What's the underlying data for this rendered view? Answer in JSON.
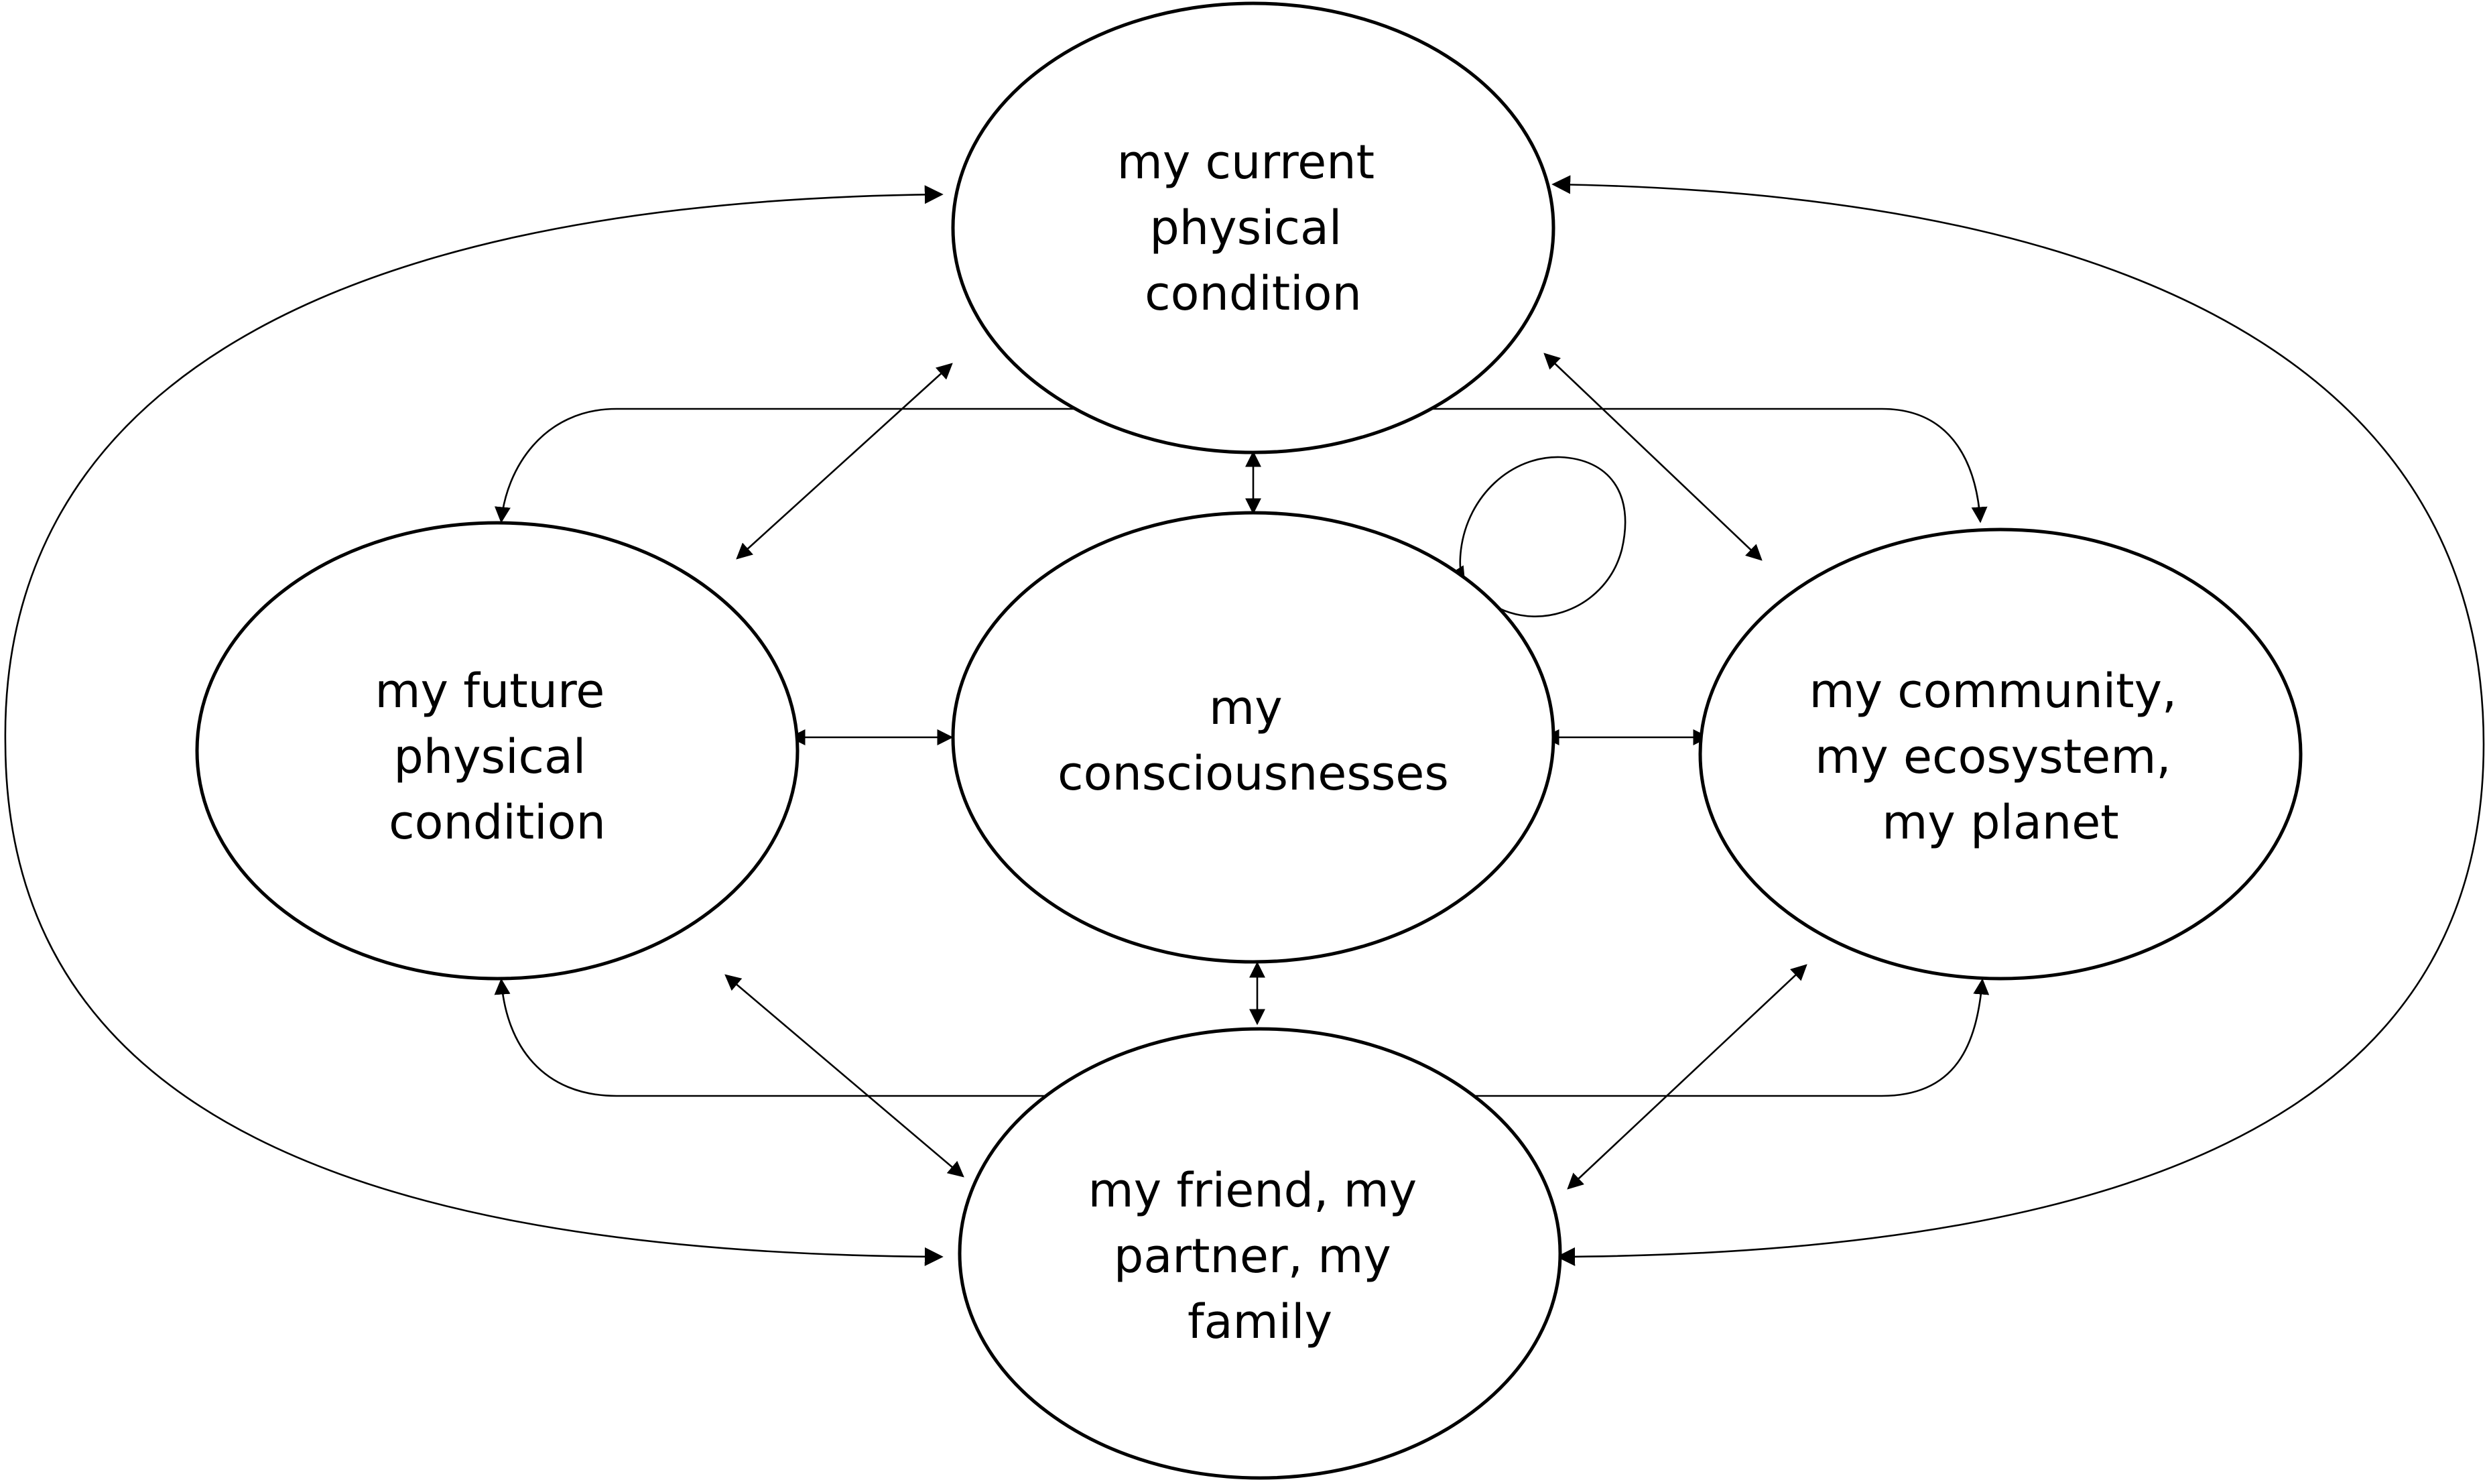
{
  "nodes": {
    "current_physical": {
      "lines": [
        "my current",
        "physical",
        "condition"
      ]
    },
    "future_physical": {
      "lines": [
        "my future",
        "physical",
        "condition"
      ]
    },
    "consciousnesses": {
      "lines": [
        "my",
        "consciousnesses"
      ]
    },
    "community": {
      "lines": [
        "my community,",
        "my ecosystem,",
        "my planet"
      ]
    },
    "friend_family": {
      "lines": [
        "my friend, my",
        "partner, my",
        "family"
      ]
    }
  },
  "colors": {
    "stroke": "#000000",
    "fill": "#ffffff",
    "text": "#000000"
  }
}
